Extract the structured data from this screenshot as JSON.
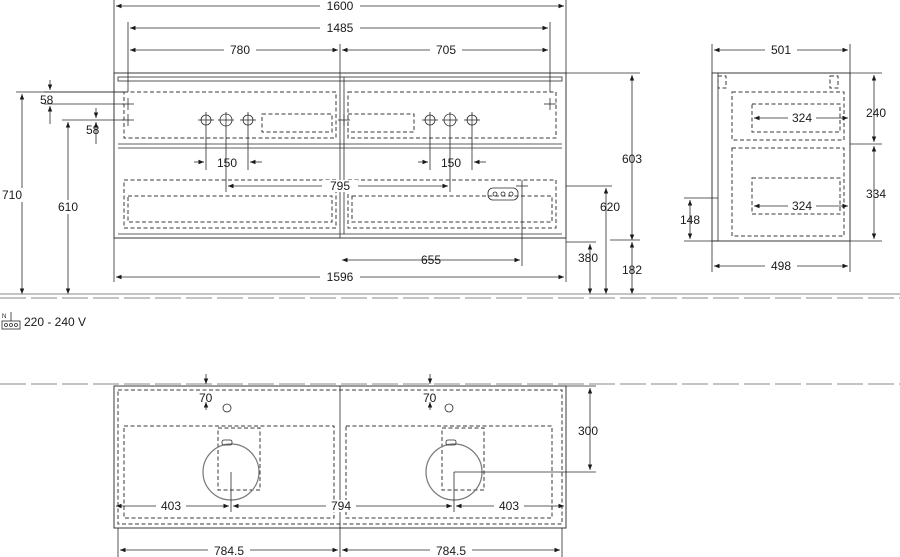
{
  "front_view": {
    "dimensions": {
      "width_total": "1600",
      "width_inner": "1485",
      "left_span": "780",
      "right_span": "705",
      "top_offset_a": "58",
      "top_offset_b": "58",
      "tap_spacing_left": "150",
      "tap_spacing_right": "150",
      "tap_centers": "795",
      "socket_offset": "655",
      "cabinet_width": "1596",
      "height_total": "710",
      "height_610": "610",
      "height_603": "603",
      "height_620": "620",
      "height_380": "380",
      "height_182": "182"
    }
  },
  "side_view": {
    "dimensions": {
      "depth_top": "501",
      "depth_bottom": "498",
      "drawer_top": "324",
      "drawer_bottom": "324",
      "height_240": "240",
      "height_334": "334",
      "height_148": "148"
    }
  },
  "electrical": {
    "voltage": "220 - 240 V",
    "symbol_label": "N"
  },
  "top_view": {
    "dimensions": {
      "siphon_left": "70",
      "siphon_right": "70",
      "depth": "300",
      "drain_left": "403",
      "drain_centers": "794",
      "drain_right": "403",
      "half_left": "784.5",
      "half_right": "784.5"
    }
  },
  "colors": {
    "line": "#3a3a3a",
    "floor": "#8a8a8a",
    "text": "#1a1a1a"
  }
}
